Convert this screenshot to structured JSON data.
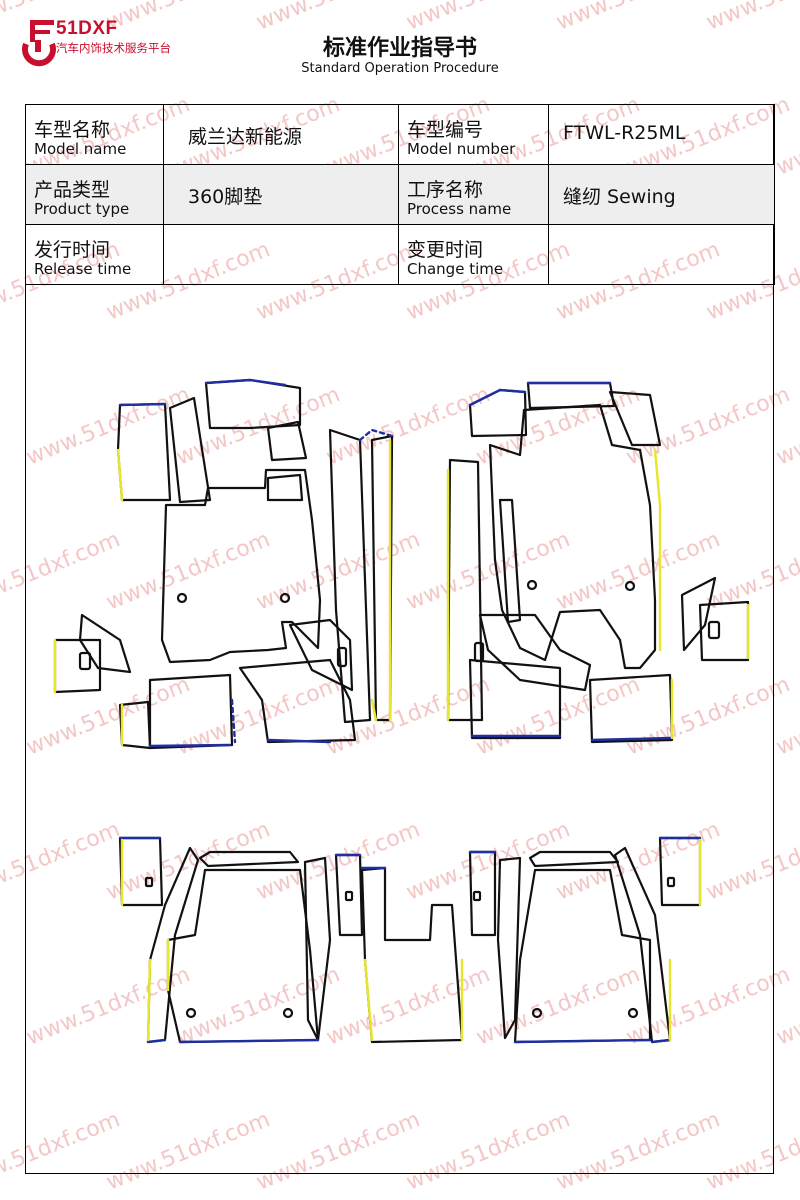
{
  "header": {
    "brand": "51DXF",
    "tagline": "汽车内饰技术服务平台",
    "title": "标准作业指导书",
    "subtitle": "Standard Operation Procedure"
  },
  "info_table": {
    "model_name_zh": "车型名称",
    "model_name_en": "Model name",
    "model_name_value": "威兰达新能源",
    "model_number_zh": "车型编号",
    "model_number_en": "Model number",
    "model_number_value": "FTWL-R25ML",
    "product_type_zh": "产品类型",
    "product_type_en": "Product type",
    "product_type_value": "360脚垫",
    "process_name_zh": "工序名称",
    "process_name_en": "Process name",
    "process_name_value": "缝纫 Sewing",
    "release_time_zh": "发行时间",
    "release_time_en": "Release time",
    "release_time_value": "",
    "change_time_zh": "变更时间",
    "change_time_en": "Change time",
    "change_time_value": ""
  },
  "watermark": {
    "text": "www.51dxf.com"
  },
  "colors": {
    "brand": "#c8102e",
    "outline": "#111111",
    "edge_blue": "#1f2fa0",
    "edge_yellow": "#e6e62a",
    "watermark": "#f4c7c7"
  }
}
